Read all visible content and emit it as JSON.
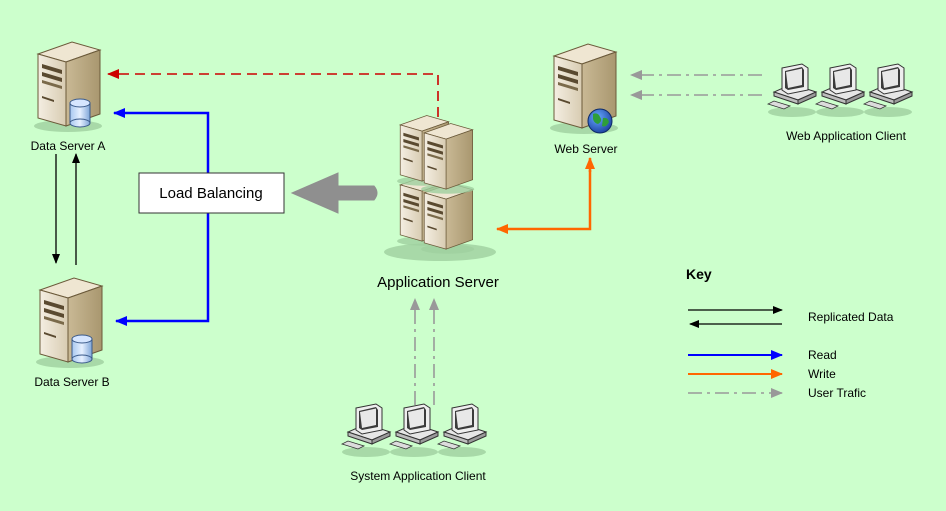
{
  "nodes": {
    "data_server_a": "Data Server A",
    "data_server_b": "Data Server B",
    "load_balancing": "Load Balancing",
    "application_server": "Application Server",
    "web_server": "Web Server",
    "web_application_client": "Web Application Client",
    "system_application_client": "System Application Client"
  },
  "key": {
    "title": "Key",
    "replicated_data": "Replicated Data",
    "read": "Read",
    "write": "Write",
    "user_traffic": "User Trafic"
  },
  "colors": {
    "background": "#ccffcc",
    "replicated": "#000000",
    "read": "#0000ff",
    "write": "#ff6600",
    "user_traffic": "#999999",
    "dashed_red": "#cc0000"
  }
}
